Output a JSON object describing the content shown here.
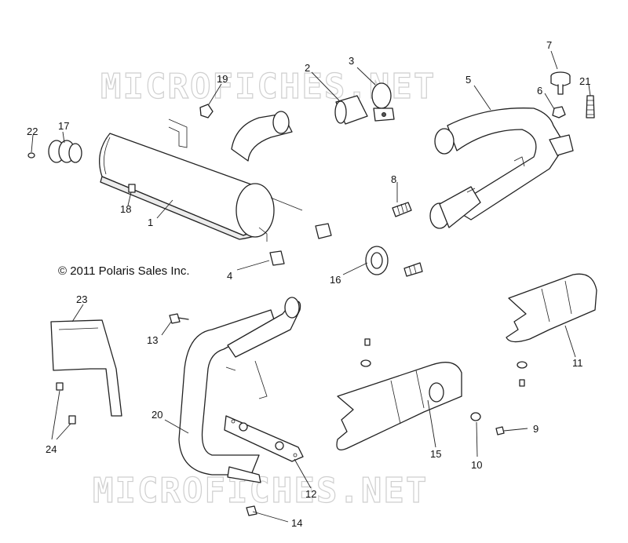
{
  "watermark": "MICROFICHES.NET",
  "copyright": "© 2011 Polaris Sales Inc.",
  "callouts": {
    "c1": "1",
    "c2": "2",
    "c3": "3",
    "c4": "4",
    "c5": "5",
    "c6": "6",
    "c7": "7",
    "c8": "8",
    "c9": "9",
    "c10": "10",
    "c11": "11",
    "c12": "12",
    "c13": "13",
    "c14": "14",
    "c15": "15",
    "c16": "16",
    "c17": "17",
    "c18": "18",
    "c19": "19",
    "c20": "20",
    "c21": "21",
    "c22": "22",
    "c23": "23",
    "c24": "24"
  }
}
